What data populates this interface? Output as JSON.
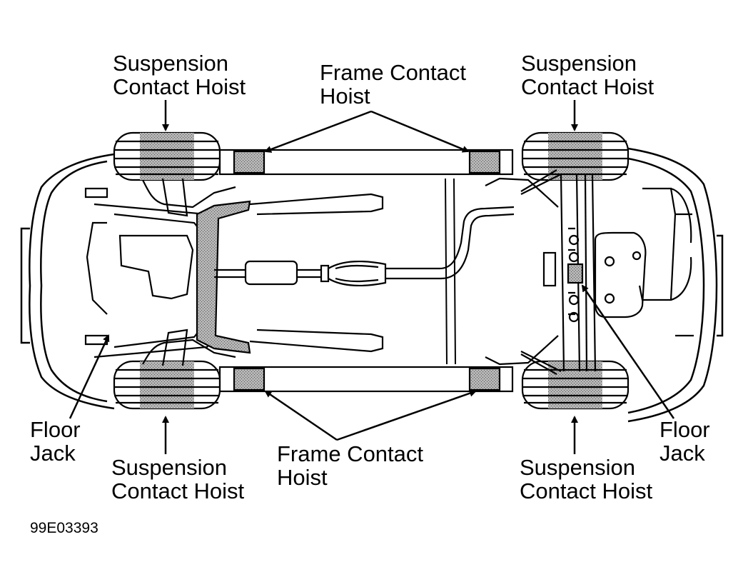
{
  "labels": {
    "susp_top_left": "Suspension\nContact Hoist",
    "frame_top": "Frame Contact\nHoist",
    "susp_top_right": "Suspension\nContact Hoist",
    "floor_jack_left": "Floor\nJack",
    "susp_bottom_left": "Suspension\nContact Hoist",
    "frame_bottom": "Frame Contact\nHoist",
    "floor_jack_right": "Floor\nJack",
    "susp_bottom_right": "Suspension\nContact Hoist"
  },
  "figure_code": "99E03393",
  "colors": {
    "line": "#000000",
    "shade": "#9a9a9a",
    "background": "#ffffff"
  }
}
